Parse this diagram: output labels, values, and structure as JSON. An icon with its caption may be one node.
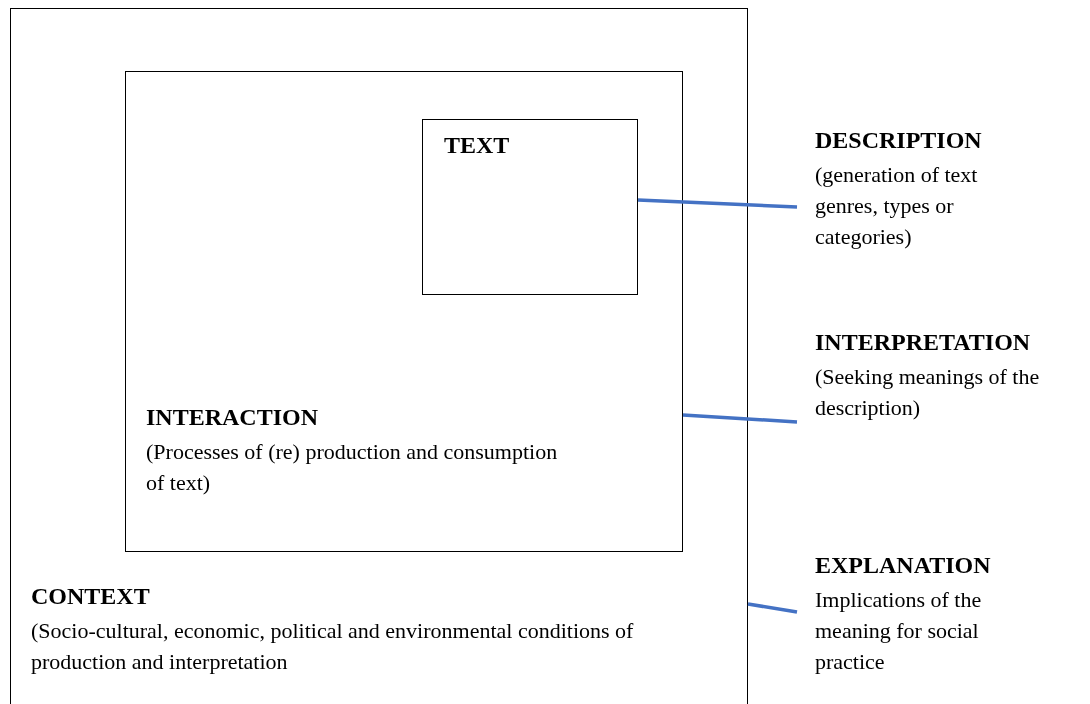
{
  "diagram": {
    "nodes": [
      {
        "text": [
          "CONTEXT",
          "(Socio-cultural, economic, political and environmental conditions of production and interpretation"
        ]
      },
      {
        "text": [
          "INTERACTION",
          "(Processes of (re) production and consumption of text)"
        ],
        "in": 0
      },
      {
        "text": [
          "TEXT"
        ],
        "in": 1
      },
      {
        "text": [
          "DESCRIPTION",
          "(generation of text genres, types or categories)"
        ]
      },
      {
        "text": [
          "INTERPRETATION",
          "(Seeking meanings of the description)"
        ]
      },
      {
        "text": [
          "EXPLANATION",
          "Implications of the meaning for social practice"
        ]
      }
    ],
    "edges": [
      {
        "from": 2,
        "to": 3,
        "arrow": "none"
      },
      {
        "from": 1,
        "to": 4,
        "arrow": "none"
      },
      {
        "from": 0,
        "to": 5,
        "arrow": "none"
      }
    ]
  }
}
